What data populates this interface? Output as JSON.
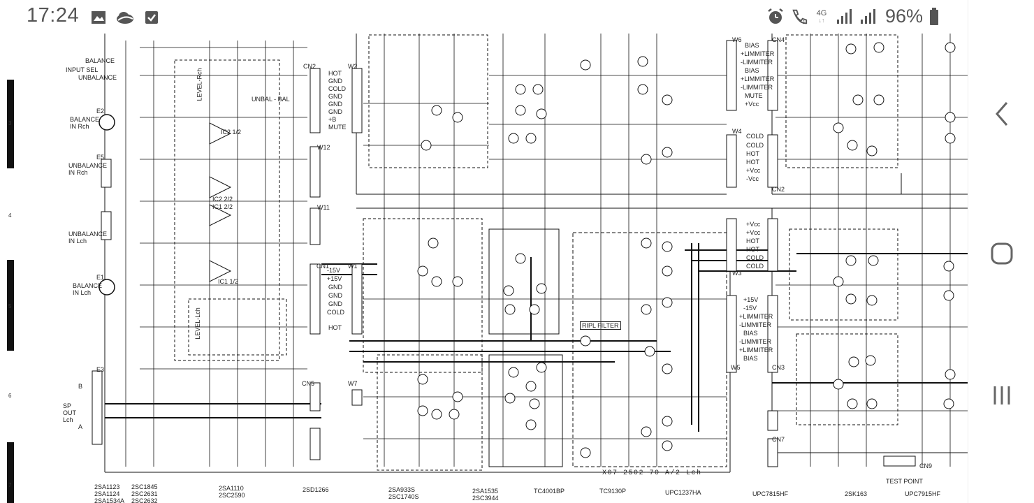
{
  "status_bar": {
    "time": "17:24",
    "left_icons": [
      "gallery-icon",
      "cloud-icon",
      "checkbox-icon"
    ],
    "right_icons": [
      "alarm-icon",
      "wifi-call-icon",
      "network-4g-icon",
      "signal-1-icon",
      "signal-2-icon"
    ],
    "network_label": "4G",
    "battery_percent": "96%"
  },
  "schematic": {
    "footer_title": "X07-2502-70 A/2 Lch",
    "left_labels": {
      "balance": "BALANCE",
      "input_sel": "INPUT SEL",
      "unbalance": "UNBALANCE",
      "balance_in_rch": "BALANCE IN Rch",
      "unbalance_in_rch": "UNBALANCE IN Rch",
      "unbalance_in_lch": "UNBALANCE IN Lch",
      "balance_in_lch": "BALANCE IN Lch",
      "sp_out": "SP OUT Lch",
      "b": "B",
      "a": "A"
    },
    "connectors": [
      "CN1",
      "CN2",
      "CN3",
      "CN4",
      "CN5",
      "CN7",
      "CN9",
      "W1",
      "W2",
      "W3",
      "W4",
      "W5",
      "W6",
      "W7",
      "W11",
      "W12",
      "E1",
      "E2",
      "E3",
      "E5"
    ],
    "ic_labels": [
      "IC2 1/2",
      "IC2 2/2",
      "IC1 2/2",
      "IC1 1/2"
    ],
    "switch_labels": [
      "LEVEL-Rch",
      "LEVEL-Lch",
      "UNBAL - BAL"
    ],
    "pin_labels": {
      "w6": [
        "BIAS",
        "+LIMMITER",
        "-LIMMITER",
        "BIAS",
        "+LIMMITER",
        "-LIMMITER",
        "MUTE",
        "+Vcc"
      ],
      "w4": [
        "COLD",
        "COLD",
        "HOT",
        "HOT",
        "+Vcc",
        "-Vcc"
      ],
      "cn3_top": [
        "+Vcc",
        "+Vcc",
        "HOT",
        "HOT",
        "COLD",
        "COLD"
      ],
      "w5": [
        "+15V",
        "-15V",
        "+LIMMITER",
        "-LIMMITER",
        "BIAS",
        "-LIMMITER",
        "+LIMMITER",
        "BIAS"
      ],
      "w2": [
        "HOT",
        "GND",
        "COLD",
        "GND",
        "GND",
        "GND",
        "+B",
        "MUTE"
      ],
      "w1": [
        "-15V",
        "+15V",
        "GND",
        "GND",
        "GND",
        "COLD",
        "HOT"
      ]
    },
    "ripple_filter": "RIPL FILTER",
    "test_point": "TEST POINT",
    "edge_numbers": [
      "3",
      "4",
      "5",
      "6",
      "7"
    ],
    "transistors": [
      {
        "label": "2SA1123\n2SA1124\n2SA1534A"
      },
      {
        "label": "2SC1845\n2SC2631\n2SC2632"
      },
      {
        "label": "2SA1110\n2SC2590"
      },
      {
        "label": "2SD1266"
      },
      {
        "label": "2SA933S\n2SC1740S"
      },
      {
        "label": "2SA1535\n2SC3944"
      },
      {
        "label": "TC4001BP"
      },
      {
        "label": "TC9130P"
      },
      {
        "label": "UPC1237HA"
      },
      {
        "label": "UPC7815HF"
      },
      {
        "label": "2SK163"
      },
      {
        "label": "UPC7915HF"
      }
    ]
  },
  "nav": {
    "back": "back-icon",
    "home": "home-icon",
    "recents": "recents-icon"
  }
}
